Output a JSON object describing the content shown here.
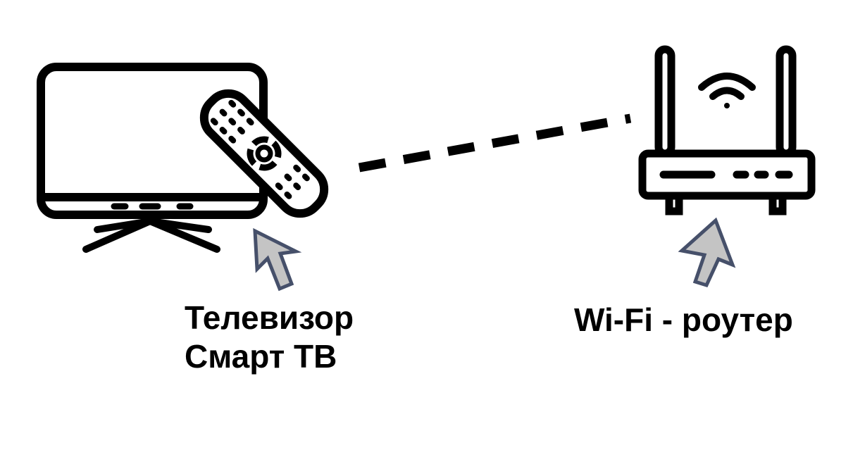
{
  "tv_label": {
    "line1": "Телевизор",
    "line2": "Смарт ТВ"
  },
  "router_label": "Wi-Fi - роутер",
  "colors": {
    "stroke": "#000000",
    "arrow_fill": "#c4c4c4",
    "arrow_stroke": "#46506a"
  },
  "icons": [
    "tv-icon",
    "remote-control-icon",
    "router-icon",
    "wifi-icon",
    "arrow-icon"
  ]
}
